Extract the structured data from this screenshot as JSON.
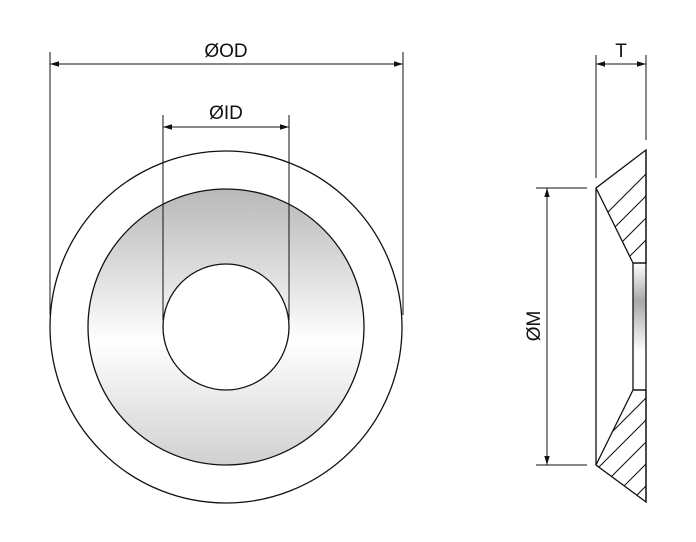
{
  "labels": {
    "outer_diameter": "ØOD",
    "inner_diameter": "ØID",
    "thickness": "T",
    "countersink_diameter": "ØM"
  },
  "colors": {
    "line": "#111111",
    "face_light": "#ffffff",
    "face_shade": "#bdbdbd"
  }
}
